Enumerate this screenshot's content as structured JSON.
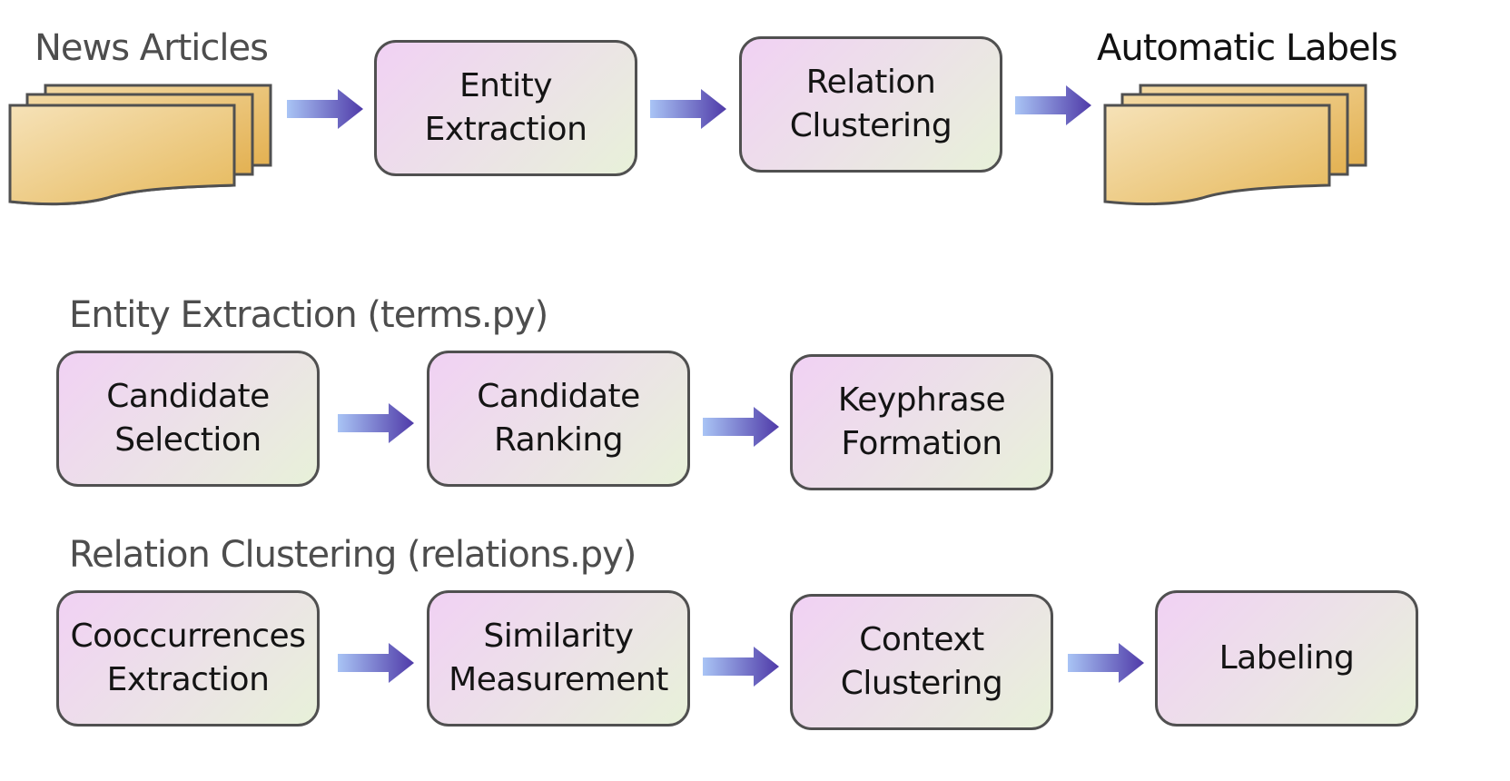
{
  "pipeline": {
    "input_label": "News Articles",
    "output_label": "Automatic Labels",
    "steps": [
      {
        "line1": "Entity",
        "line2": "Extraction"
      },
      {
        "line1": "Relation",
        "line2": "Clustering"
      }
    ]
  },
  "entity_section": {
    "title": "Entity Extraction (terms.py)",
    "steps": [
      {
        "line1": "Candidate",
        "line2": "Selection"
      },
      {
        "line1": "Candidate",
        "line2": "Ranking"
      },
      {
        "line1": "Keyphrase",
        "line2": "Formation"
      }
    ]
  },
  "relation_section": {
    "title": "Relation Clustering (relations.py)",
    "steps": [
      {
        "line1": "Cooccurrences",
        "line2": "Extraction"
      },
      {
        "line1": "Similarity",
        "line2": "Measurement"
      },
      {
        "line1": "Context",
        "line2": "Clustering"
      },
      {
        "line1": "Labeling"
      }
    ]
  },
  "colors": {
    "box_gradient_start": "#f1d1f4",
    "box_gradient_end": "#e8f1d9",
    "box_border": "#505050",
    "arrow_start": "#a9c4f5",
    "arrow_end": "#4f3aa8",
    "document_light": "#f6e2b8",
    "document_dark": "#e6b95c"
  }
}
